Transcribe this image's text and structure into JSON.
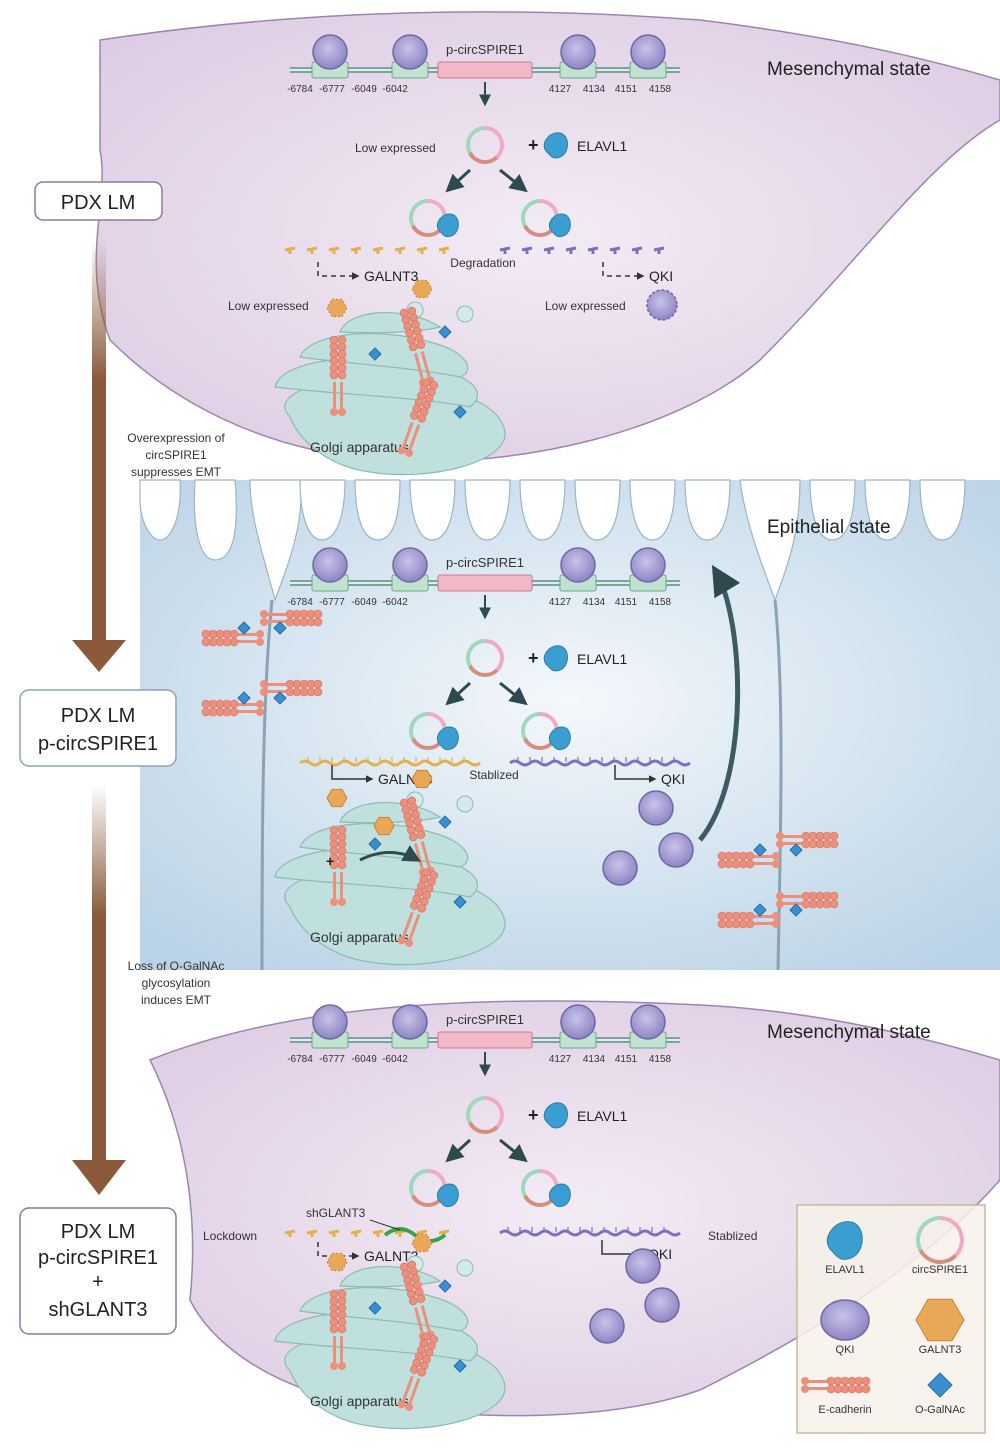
{
  "colors": {
    "mesenchymal_fill": "#e9dcec",
    "mesenchymal_stroke": "#8d79a6",
    "epithelial_fill": "#c9dcea",
    "arrow_brown": "#8a5a3a",
    "elavl1": "#3a9fd0",
    "qki": "#9a92cc",
    "galnt3": "#e8a858",
    "ecadherin": "#ec8f7d",
    "ogalnac": "#3a8fd0",
    "golgi": "#bfe0dc",
    "promoter_box": "#f3b8c6",
    "site_box": "#bfe3cf"
  },
  "flow": {
    "step1_label": "PDX LM",
    "transition1": [
      "Overexpression of",
      "circSPIRE1",
      "suppresses EMT"
    ],
    "step2_label": [
      "PDX LM",
      "p-circSPIRE1"
    ],
    "transition2": [
      "Loss of O-GalNAc",
      "glycosylation",
      "induces EMT"
    ],
    "step3_label": [
      "PDX LM",
      "p-circSPIRE1",
      "+",
      "shGLANT3"
    ]
  },
  "promoter": {
    "label": "p-circSPIRE1",
    "positions": [
      "-6784",
      "-6777",
      "-6049",
      "-6042",
      "4127",
      "4134",
      "4151",
      "4158"
    ]
  },
  "panels": [
    {
      "state": "Mesenchymal state",
      "circ_note": "Low expressed",
      "plus": "+",
      "elavl1": "ELAVL1",
      "middle_note": "Degradation",
      "left_gene": "GALNT3",
      "right_gene": "QKI",
      "left_note": "Low expressed",
      "right_note": "Low expressed",
      "golgi": "Golgi apparatus"
    },
    {
      "state": "Epithelial state",
      "plus": "+",
      "elavl1": "ELAVL1",
      "middle_note": "Stablized",
      "left_gene": "GALNT3",
      "right_gene": "QKI",
      "golgi": "Golgi apparatus",
      "glyco_plus": "+"
    },
    {
      "state": "Mesenchymal state",
      "plus": "+",
      "elavl1": "ELAVL1",
      "sh_label": "shGLANT3",
      "left_note": "Lockdown",
      "right_note": "Stablized",
      "left_gene": "GALNT3",
      "right_gene": "QKI",
      "golgi": "Golgi apparatus"
    }
  ],
  "legend": {
    "items": [
      {
        "icon": "elavl1-icon",
        "label": "ELAVL1"
      },
      {
        "icon": "circspire1-icon",
        "label": "circSPIRE1"
      },
      {
        "icon": "qki-icon",
        "label": "QKI"
      },
      {
        "icon": "galnt3-icon",
        "label": "GALNT3"
      },
      {
        "icon": "e-cadherin-icon",
        "label": "E-cadherin"
      },
      {
        "icon": "o-galnac-icon",
        "label": "O-GalNAc"
      }
    ]
  }
}
